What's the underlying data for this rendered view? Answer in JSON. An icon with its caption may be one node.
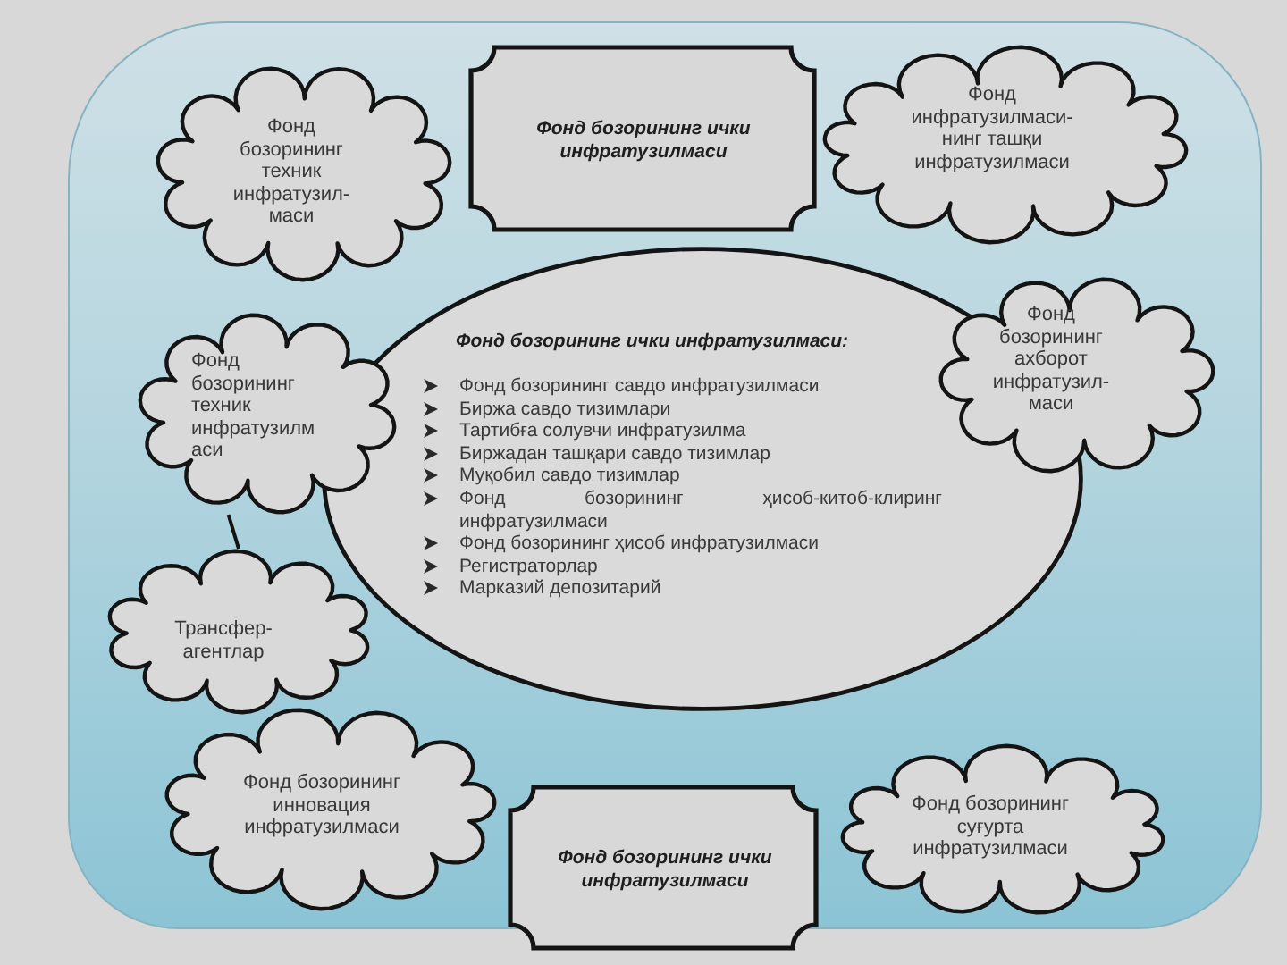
{
  "diagram": {
    "nodes": [
      {
        "text": [
          "Фонд бозорининг техник инфратузил- маси"
        ]
      },
      {
        "text": [
          "Фонд бозорининг ички инфратузилмаси"
        ]
      },
      {
        "text": [
          "Фонд инфратузилмаси- нинг ташқи инфратузилмаси"
        ]
      },
      {
        "text": [
          "Фонд бозорининг ички инфратузилмаси:",
          "Фонд бозорининг савдо инфратузилмаси",
          "Биржа савдо тизимлари",
          "Тартибға солувчи инфратузилма",
          "Биржадан ташқари савдо тизимлар",
          "Муқобил савдо тизимлар",
          "Фонд бозорининг ҳисоб-китоб-клиринг инфратузилмаси",
          "Фонд бозорининг ҳисоб инфратузилмаси",
          "Регистраторлар",
          "Марказий депозитарий"
        ]
      },
      {
        "text": [
          "Фонд бозорининг техник инфратузилм аси"
        ]
      },
      {
        "text": [
          "Фонд бозорининг ахборот инфратузил- маси"
        ]
      },
      {
        "text": [
          "Трансфер- агентлар"
        ]
      },
      {
        "text": [
          "Фонд бозорининг инновация инфратузилмаси"
        ]
      },
      {
        "text": [
          "Фонд бозорининг ички инфратузилмаси"
        ]
      },
      {
        "text": [
          "Фонд бозорининг суғурта инфратузилмаси"
        ]
      }
    ],
    "edges": [
      {
        "from": 4,
        "to": 6,
        "arrow": "none"
      }
    ]
  }
}
